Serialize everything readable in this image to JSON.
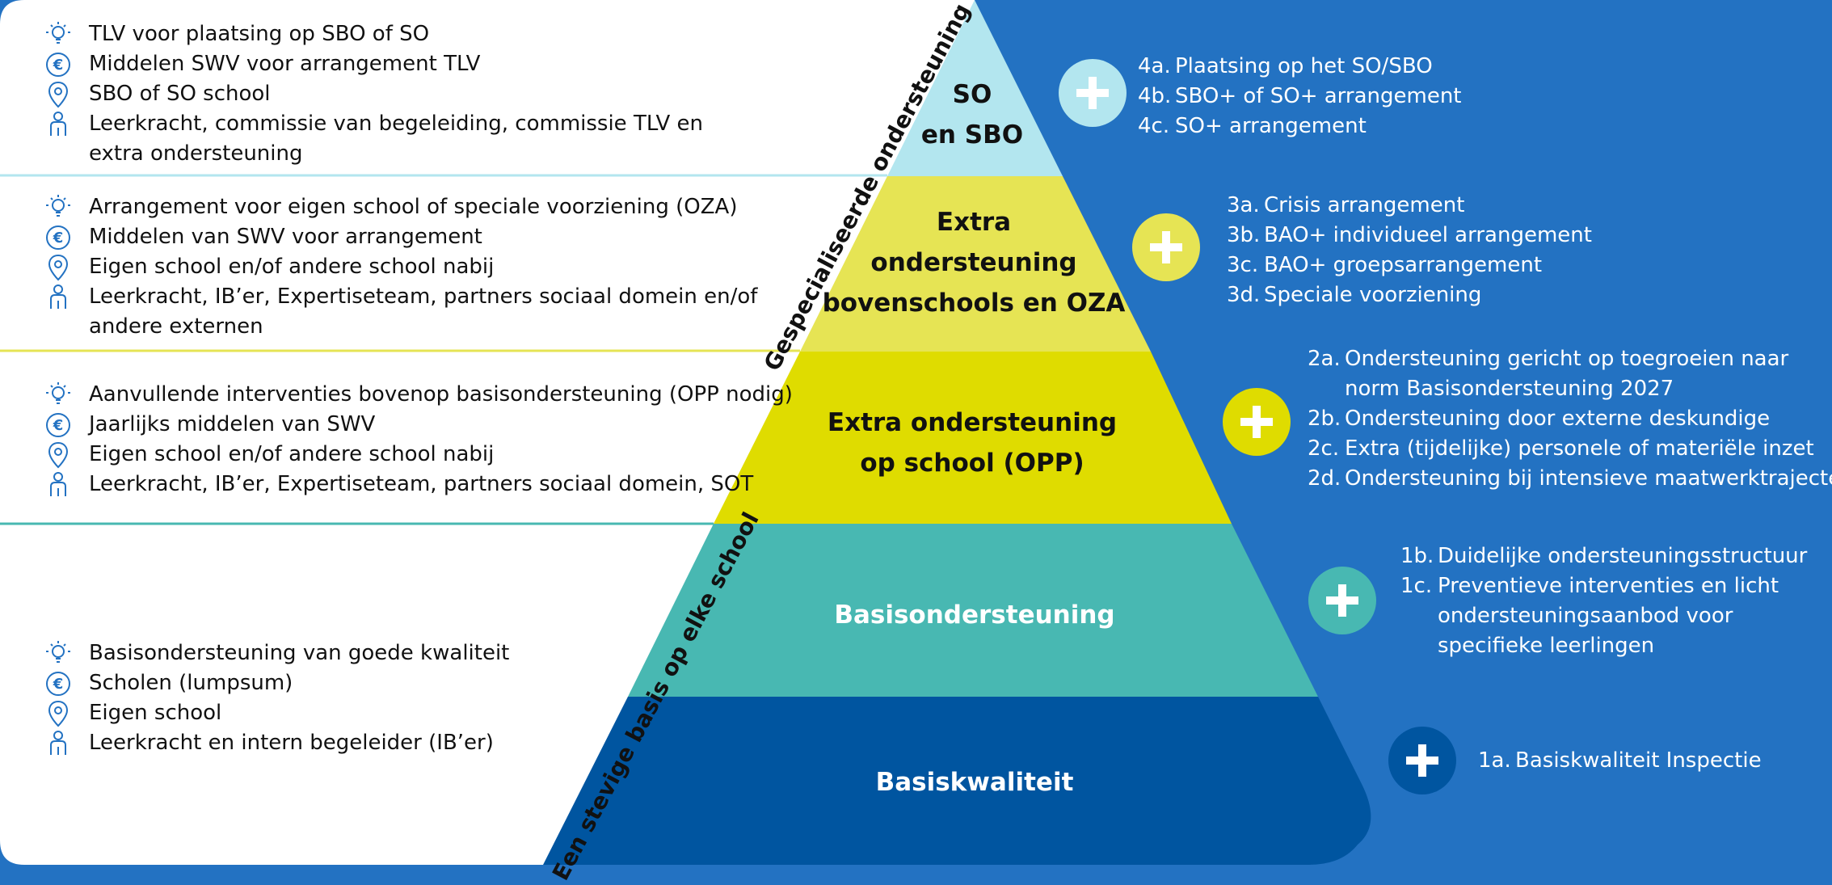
{
  "colors": {
    "background": "#2372c2",
    "panel": "#ffffff",
    "tier4": "#b3e6ef",
    "tier3": "#e6e454",
    "tier2": "#dfdc00",
    "tier1": "#48b8b2",
    "tier0": "#0055a0",
    "icon": "#2372c2"
  },
  "diagonal_labels": {
    "specialized": "Gespecialiseerde ondersteuning",
    "foundation": "Een stevige basis op elke school"
  },
  "tiers": [
    {
      "label_lines": [
        "SO",
        "en SBO"
      ],
      "plus_icon": "plus-icon",
      "items": [
        {
          "code": "4a.",
          "text": "Plaatsing op het SO/SBO"
        },
        {
          "code": "4b.",
          "text": "SBO+ of SO+ arrangement"
        },
        {
          "code": "4c.",
          "text": "SO+ arrangement"
        }
      ],
      "left_rows": [
        {
          "icon": "lightbulb-icon",
          "lines": [
            "TLV voor plaatsing op SBO of SO"
          ]
        },
        {
          "icon": "euro-icon",
          "lines": [
            "Middelen SWV voor arrangement TLV"
          ]
        },
        {
          "icon": "location-pin-icon",
          "lines": [
            "SBO of SO school"
          ]
        },
        {
          "icon": "person-icon",
          "lines": [
            "Leerkracht, commissie van begeleiding, commissie TLV en",
            "extra ondersteuning"
          ]
        }
      ]
    },
    {
      "label_lines": [
        "Extra",
        "ondersteuning",
        "bovenschools en OZA"
      ],
      "plus_icon": "plus-icon",
      "items": [
        {
          "code": "3a.",
          "text": "Crisis arrangement"
        },
        {
          "code": "3b.",
          "text": "BAO+ individueel arrangement"
        },
        {
          "code": "3c.",
          "text": "BAO+ groepsarrangement"
        },
        {
          "code": "3d.",
          "text": "Speciale voorziening"
        }
      ],
      "left_rows": [
        {
          "icon": "lightbulb-icon",
          "lines": [
            "Arrangement voor eigen school of speciale voorziening (OZA)"
          ]
        },
        {
          "icon": "euro-icon",
          "lines": [
            "Middelen van SWV voor arrangement"
          ]
        },
        {
          "icon": "location-pin-icon",
          "lines": [
            "Eigen school en/of andere school nabij"
          ]
        },
        {
          "icon": "person-icon",
          "lines": [
            "Leerkracht, IB’er, Expertiseteam, partners sociaal domein en/of",
            "andere externen"
          ]
        }
      ]
    },
    {
      "label_lines": [
        "Extra ondersteuning",
        "op school (OPP)"
      ],
      "plus_icon": "plus-icon",
      "items": [
        {
          "code": "2a.",
          "text": "Ondersteuning gericht op toegroeien naar",
          "text2": "norm Basisondersteuning 2027"
        },
        {
          "code": "2b.",
          "text": "Ondersteuning door externe deskundige"
        },
        {
          "code": "2c.",
          "text": "Extra (tijdelijke) personele of materiële inzet"
        },
        {
          "code": "2d.",
          "text": "Ondersteuning bij intensieve maatwerktrajecten"
        }
      ],
      "left_rows": [
        {
          "icon": "lightbulb-icon",
          "lines": [
            "Aanvullende interventies bovenop basisondersteuning (OPP nodig)"
          ]
        },
        {
          "icon": "euro-icon",
          "lines": [
            "Jaarlijks middelen van SWV"
          ]
        },
        {
          "icon": "location-pin-icon",
          "lines": [
            "Eigen school en/of andere school nabij"
          ]
        },
        {
          "icon": "person-icon",
          "lines": [
            "Leerkracht, IB’er, Expertiseteam, partners sociaal domein, SOT"
          ]
        }
      ]
    },
    {
      "label_lines": [
        "Basisondersteuning"
      ],
      "plus_icon": "plus-icon",
      "items": [
        {
          "code": "1b.",
          "text": "Duidelijke ondersteuningsstructuur"
        },
        {
          "code": "1c.",
          "text": "Preventieve interventies en licht",
          "text2": "ondersteuningsaanbod voor",
          "text3": "specifieke leerlingen"
        }
      ],
      "left_rows": [
        {
          "icon": "lightbulb-icon",
          "lines": [
            "Basisondersteuning van goede kwaliteit"
          ]
        },
        {
          "icon": "euro-icon",
          "lines": [
            "Scholen (lumpsum)"
          ]
        },
        {
          "icon": "location-pin-icon",
          "lines": [
            "Eigen school"
          ]
        },
        {
          "icon": "person-icon",
          "lines": [
            "Leerkracht en intern begeleider (IB’er)"
          ]
        }
      ]
    },
    {
      "label_lines": [
        "Basiskwaliteit"
      ],
      "plus_icon": "plus-icon",
      "items": [
        {
          "code": "1a.",
          "text": "Basiskwaliteit Inspectie"
        }
      ],
      "left_rows": []
    }
  ]
}
